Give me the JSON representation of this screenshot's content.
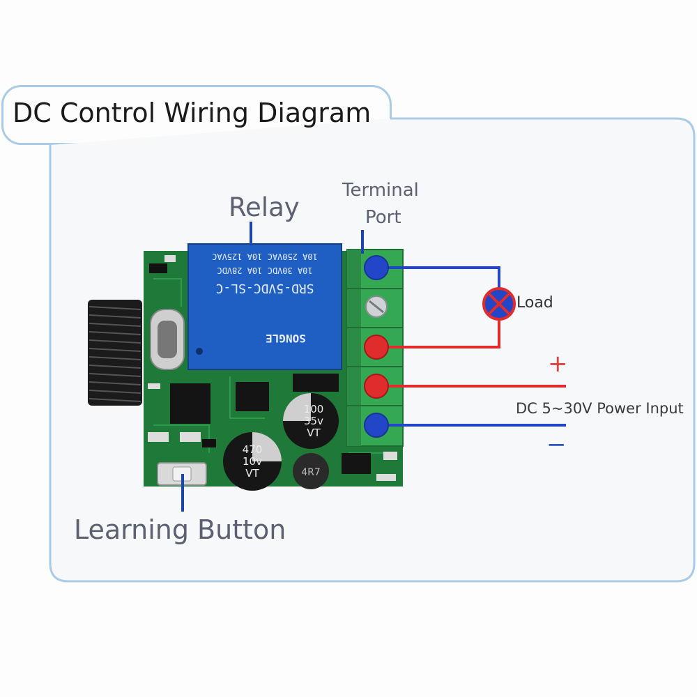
{
  "title": "DC Control Wiring Diagram",
  "labels": {
    "relay": "Relay",
    "terminal_line1": "Terminal",
    "terminal_line2": "Port",
    "load": "Load",
    "plus": "+",
    "minus": "−",
    "power_input": "DC 5~30V Power Input",
    "learning_button": "Learning Button"
  },
  "relay_markings": {
    "line1": "SRD-5VDC-SL-C",
    "line2": "10A 30VDC  10A 28VDC",
    "line3": "10A 250VAC  10A 125VAC",
    "brand": "SONGLE"
  },
  "capacitors": {
    "large_value": "470",
    "large_voltage": "10v",
    "large_series": "VT",
    "small_value": "100",
    "small_voltage": "35v",
    "small_series": "VT",
    "inductor": "4R7"
  },
  "colors": {
    "frame": "#a9cbe6",
    "pcb": "#1f7a3a",
    "relay": "#1f5fc4",
    "terminal_block": "#34a853",
    "wire_positive": "#e02c2c",
    "wire_negative": "#2346c8",
    "label_gray": "#5c6070"
  }
}
